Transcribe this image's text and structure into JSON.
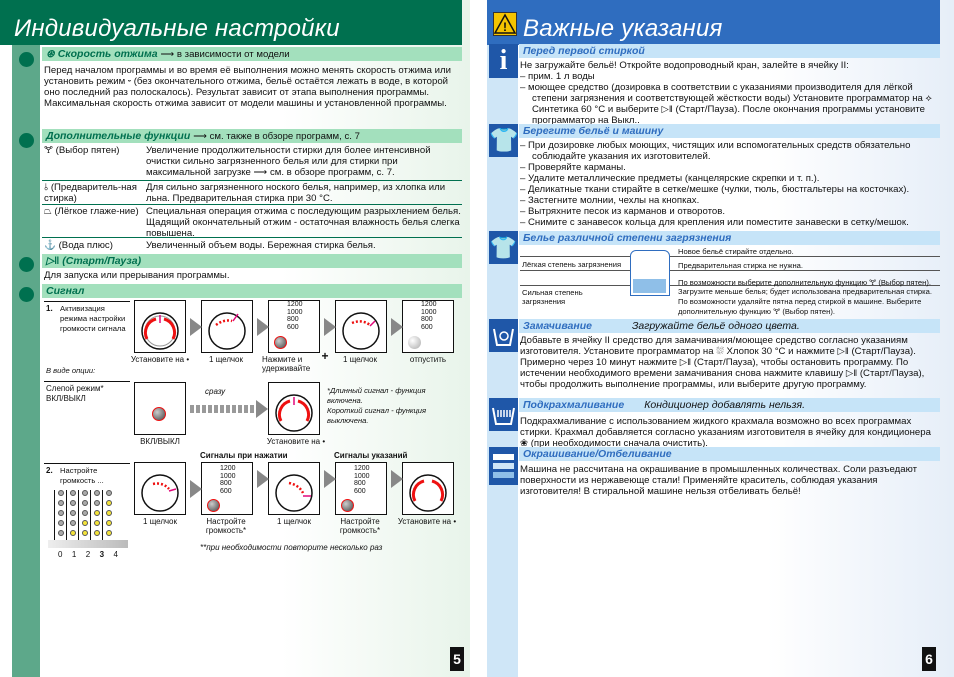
{
  "left": {
    "title": "Индивидуальные настройки",
    "spin": {
      "heading": "Скорость отжима",
      "arrow_text": "в зависимости от модели",
      "p1": "Перед началом программы и во время её выполнения можно менять скорость отжима или установить режим ⏑ (без окончательного отжима, бельё остаётся лежать в воде, в которой оно последний раз полоскалось). Результат зависит от этапа выполнения программы.",
      "p2": "Максимальная скорость отжима зависит от модели машины и установленной программы."
    },
    "extra": {
      "heading": "Дополнительные функции",
      "arrow_text": "см. также в обзоре программ, с. 7",
      "rows": [
        {
          "key": "🝖 (Выбор пятен)",
          "value": "Увеличение продолжительности стирки для более интенсивной очистки сильно загрязненного белья или для стирки при максимальной загрузке ⟶ см. в обзоре программ, с. 7."
        },
        {
          "key": "⫰ (Предваритель-ная стирка)",
          "value": "Для сильно загрязненного ноского белья, например, из хлопка или льна. Предварительная стирка при 30 °C."
        },
        {
          "key": "⏢ (Лёгкое глаже-ние)",
          "value": "Специальная операция отжима с последующим разрыхлением белья. Щадящий окончательный отжим - остаточная влажность белья слегка повышена."
        },
        {
          "key": "⚓ (Вода плюс)",
          "value": "Увеличенный объем воды. Бережная стирка белья."
        }
      ]
    },
    "start": {
      "heading": "(Старт/Пауза)",
      "icon": "▷‖",
      "text": "Для запуска или прерывания программы."
    },
    "signal": {
      "heading": "Сигнал",
      "step1": {
        "num": "1.",
        "text": "Активизация режима настройки громкости сигнала",
        "labels": [
          "Установите на •",
          "1 щелчок",
          "Нажмите и удерживайте",
          "+",
          "1 щелчок",
          "отпустить"
        ]
      },
      "optional": "В виде опции:",
      "blind": {
        "text": "Слепой режим* ВКЛ/ВЫКЛ",
        "onoff": "ВКЛ/ВЫКЛ",
        "immediately": "сразу",
        "set": "Установите на •",
        "note1": "*Длинный сигнал - функция включена.",
        "note2": "Короткий сигнал - функция выключена."
      },
      "step2": {
        "num": "2.",
        "text": "Настройте громкость ...",
        "press_signals": "Сигналы при нажатии",
        "hint_signals": "Сигналы указаний",
        "labels": [
          "1 щелчок",
          "Настройте громкость*",
          "1 щелчок",
          "Настройте громкость*",
          "Установите на •"
        ],
        "volume_levels": [
          "0",
          "1",
          "2",
          "3",
          "4"
        ],
        "selected_level": "3",
        "footnote": "**при необходимости повторите несколько раз"
      },
      "speeds": [
        "1200",
        "1000",
        "800",
        "600"
      ]
    },
    "page_number": "5"
  },
  "right": {
    "title": "Важные указания",
    "first": {
      "heading": "Перед первой стиркой",
      "intro": "Не загружайте бельё! Откройте водопроводный кран, залейте в ячейку II:",
      "items": [
        "прим. 1 л воды",
        "моющее средство (дозировка в соответствии с указаниями производителя для лёгкой степени загрязнения и соответствующей жёсткости воды) Установите программатор на ⟡ Синтетика 60 °C и выберите ▷‖ (Старт/Пауза). После окончания программы установите программатор на Выкл.."
      ]
    },
    "care": {
      "heading": "Берегите бельё и машину",
      "items": [
        "При дозировке любых моющих, чистящих или вспомогательных средств обязательно соблюдайте указания их изготовителей.",
        "Проверяйте карманы.",
        "Удалите металлические предметы (канцелярские скрепки и т. п.).",
        "Деликатные ткани стирайте в сетке/мешке (чулки, тюль, бюстгальтеры на косточках).",
        "Застегните молнии, чехлы на кнопках.",
        "Вытряхните песок из карманов и отворотов.",
        "Снимите с занавесок кольца для крепления или поместите занавески в сетку/мешок."
      ]
    },
    "soil": {
      "heading": "Белье различной степени загрязнения",
      "light": "Лёгкая степень загрязнения",
      "heavy": "Сильная степень загрязнения",
      "notes": [
        "Новое бельё стирайте отдельно.",
        "Предварительная стирка не нужна.",
        "По возможности выберите дополнительную функцию 🝖 (Выбор пятен).",
        "Загрузите меньше белья; будет использована предварительная стирка. По возможности удаляйте пятна перед стиркой в машине. Выберите дополнительную функцию 🝖 (Выбор пятен)."
      ]
    },
    "soak": {
      "heading": "Замачивание",
      "note": "Загружайте бельё одного цвета.",
      "text": "Добавьте в ячейку II средство для замачивания/моющее средство согласно указаниям изготовителя. Установите программатор на ⛆ Хлопок 30 °C и нажмите ▷‖ (Старт/Пауза). Примерно через 10 минут нажмите ▷‖ (Старт/Пауза), чтобы остановить программу. По истечении необходимого времени замачивания снова нажмите клавишу ▷‖ (Старт/Пауза), чтобы продолжить выполнение программы, или выберите другую программу."
    },
    "starch": {
      "heading": "Подкрахмаливание",
      "note": "Кондиционер добавлять нельзя.",
      "text": "Подкрахмаливание с использованием жидкого крахмала возможно во всех программах стирки. Крахмал добавляется согласно указаниям изготовителя в ячейку для кондиционера ❀ (при необходимости сначала очистить)."
    },
    "dye": {
      "heading": "Окрашивание/Отбеливание",
      "text": "Машина не рассчитана на окрашивание в промышленных количествах. Соли разъедают поверхности из нержавеюще стали! Применяйте краситель, соблюдая указания изготовителя! В стиральной машине нельзя отбеливать бельё!"
    },
    "page_number": "6"
  },
  "colors": {
    "green_dark": "#00704f",
    "green_light": "#a3e0bd",
    "blue_dark": "#2f6dbf",
    "blue_light": "#c6e4f8",
    "warning": "#f5c400"
  }
}
